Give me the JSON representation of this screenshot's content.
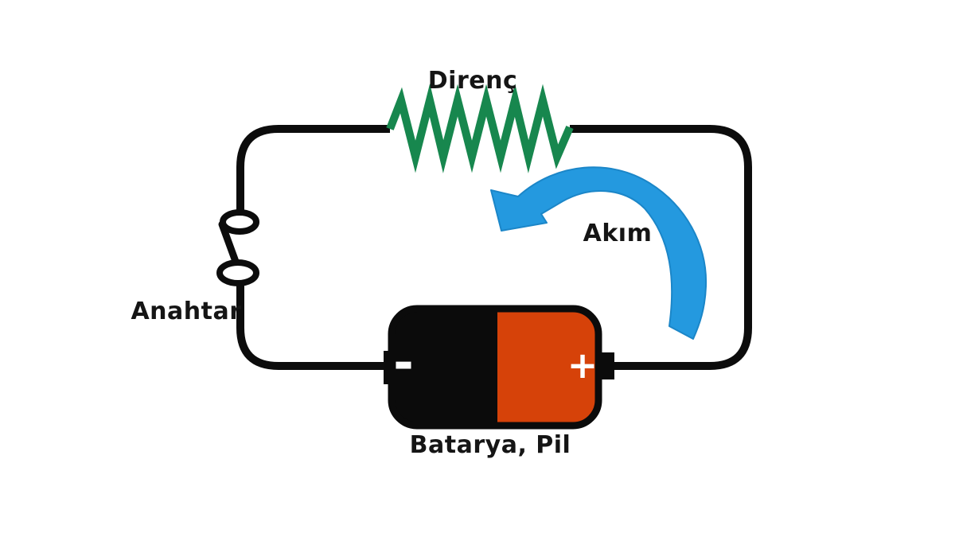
{
  "diagram": {
    "labels": {
      "resistor": "Direnç",
      "current": "Akım",
      "switch": "Anahtar",
      "battery": "Batarya, Pil"
    },
    "battery": {
      "negative_sign": "-",
      "positive_sign": "+"
    },
    "colors": {
      "wire": "#0c0c0c",
      "resistor_green": "#17874e",
      "battery_black": "#0b0b0b",
      "battery_orange": "#d64209",
      "arrow_blue": "#2499df",
      "contact_fill": "#ffffff",
      "label_text": "#151515",
      "background": "#ffffff"
    }
  }
}
